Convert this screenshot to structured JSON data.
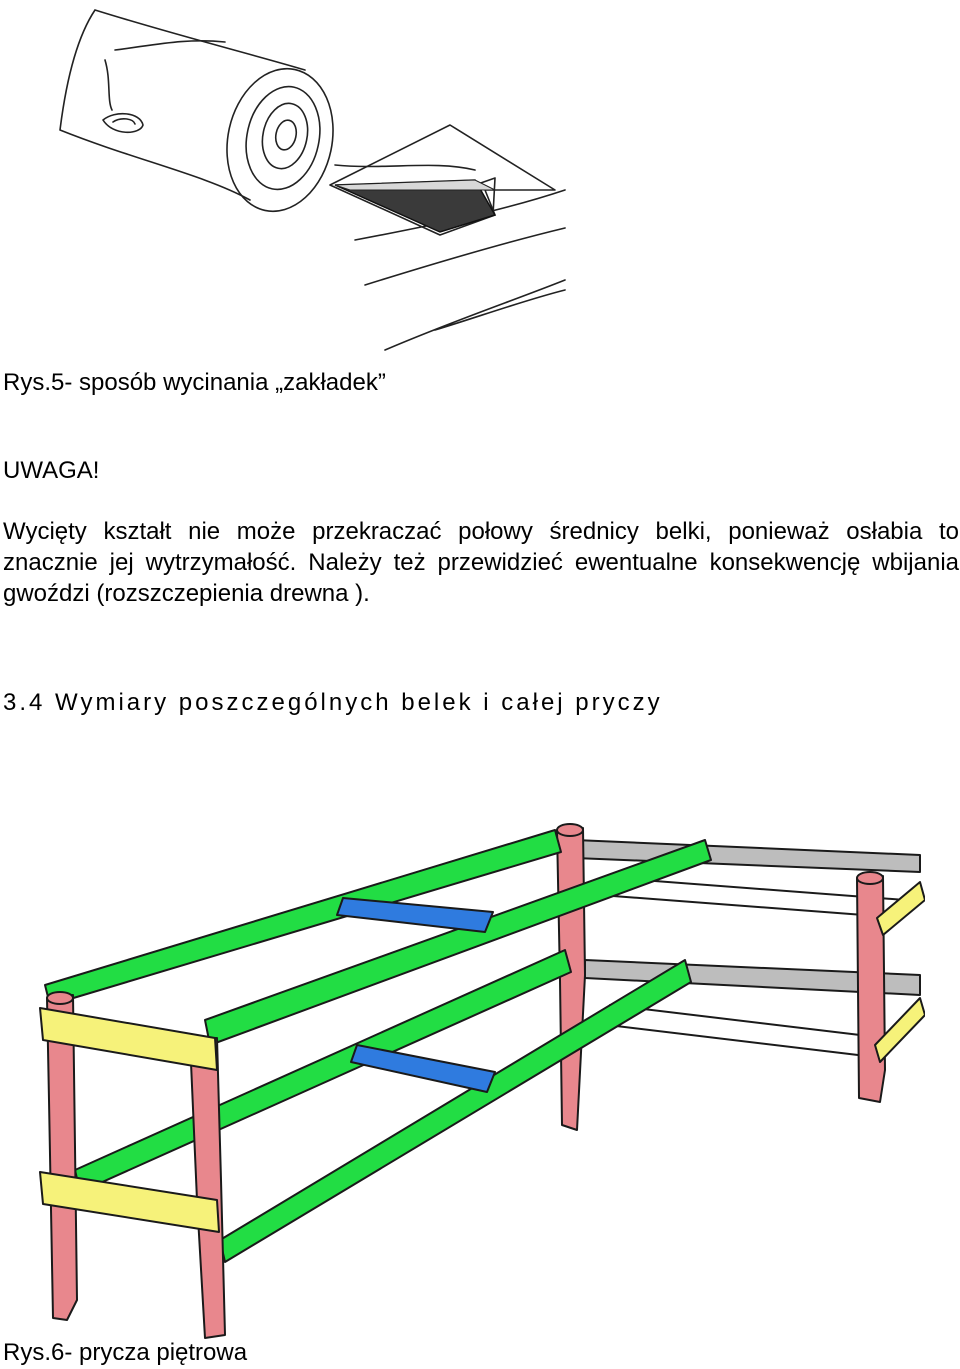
{
  "figure5": {
    "caption": "Rys.5- sposób wycinania „zakładek”"
  },
  "warning": {
    "heading": "UWAGA!",
    "text": "Wycięty kształt nie może przekraczać połowy średnicy belki, ponieważ osłabia to znacznie jej wytrzymałość. Należy też przewidzieć ewentualne konsekwencję wbijania gwoździ (rozszczepienia drewna )."
  },
  "section": {
    "title": "3.4   Wymiary poszczególnych belek i całej pryczy"
  },
  "figure6": {
    "caption": "Rys.6- prycza piętrowa",
    "colors": {
      "post": "#e8878d",
      "side_beam": "#22dd44",
      "end_beam": "#f6f27a",
      "cross_bar": "#2f7bdf",
      "back_beam": "#bdbdbd",
      "back_lower": "#ffffff",
      "outline": "#1a1a1a"
    }
  }
}
